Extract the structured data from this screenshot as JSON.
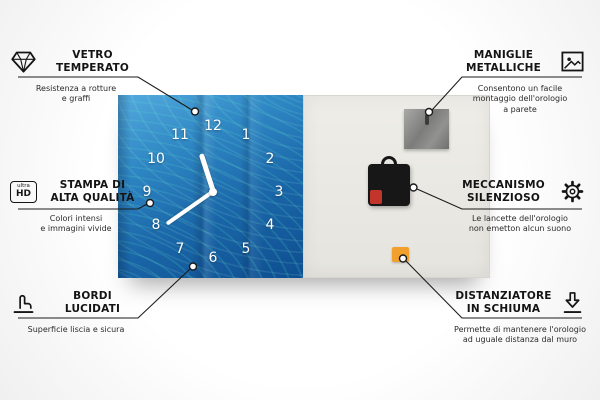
{
  "product": {
    "clock_numbers": [
      "1",
      "2",
      "3",
      "4",
      "5",
      "6",
      "7",
      "8",
      "9",
      "10",
      "11",
      "12"
    ]
  },
  "icons": {
    "ultra_hd_top": "ultra",
    "ultra_hd_bottom": "HD"
  },
  "colors": {
    "line": "#1b1b1b",
    "clock_blue": "#1a66a8",
    "foam_orange": "#f2a02d",
    "battery_red": "#c3342b"
  },
  "callouts": {
    "left": [
      {
        "title": "VETRO\nTEMPERATO",
        "subtitle": "Resistenza a rotture\ne graffi",
        "icon": "diamond-icon"
      },
      {
        "title": "STAMPA DI\nALTA QUALITÀ",
        "subtitle": "Colori intensi\ne immagini vivide",
        "icon": "ultra-hd-icon"
      },
      {
        "title": "BORDI\nLUCIDATI",
        "subtitle": "Superficie liscia e sicura",
        "icon": "hand-icon"
      }
    ],
    "right": [
      {
        "title": "MANIGLIE\nMETALLICHE",
        "subtitle": "Consentono un facile\nmontaggio dell'orologio\na parete",
        "icon": "picture-frame-icon"
      },
      {
        "title": "MECCANISMO\nSILENZIOSO",
        "subtitle": "Le lancette dell'orologio\nnon emetton alcun suono",
        "icon": "gear-icon"
      },
      {
        "title": "DISTANZIATORE\nIN SCHIUMA",
        "subtitle": "Permette di mantenere l'orologio\nad uguale distanza dal muro",
        "icon": "spacer-arrow-icon"
      }
    ]
  }
}
